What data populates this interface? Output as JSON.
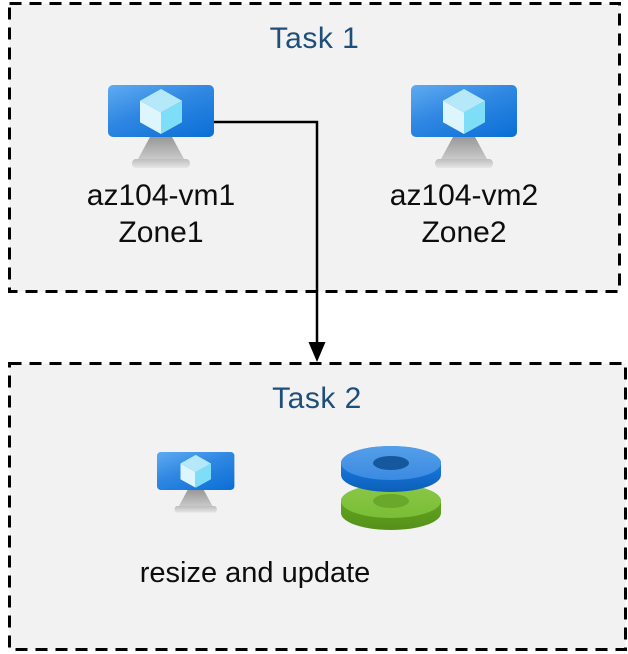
{
  "diagram": {
    "background_color": "#ffffff",
    "box_fill": "#f2f2f2",
    "border_color": "#000000",
    "title_color": "#1e4e79",
    "label_color": "#0d0d0d",
    "task1": {
      "title": "Task 1",
      "vms": [
        {
          "name": "az104-vm1",
          "zone": "Zone1",
          "icon": "virtual-machine-icon"
        },
        {
          "name": "az104-vm2",
          "zone": "Zone2",
          "icon": "virtual-machine-icon"
        }
      ]
    },
    "task2": {
      "title": "Task 2",
      "icons": [
        "virtual-machine-icon",
        "managed-disks-icon"
      ],
      "caption": "resize and update"
    },
    "connector": {
      "from": "az104-vm1",
      "to": "Task 2",
      "style": "elbow-arrow",
      "color": "#000000"
    },
    "icon_colors": {
      "vm_screen_top": "#5fabf1",
      "vm_screen_bottom": "#0a6ed6",
      "cube_face": "#7fdef7",
      "disk_blue": "#3b8ae2",
      "disk_blue_dark": "#0b5fb8",
      "disk_green": "#7bbd36",
      "disk_green_dark": "#55911a"
    }
  }
}
